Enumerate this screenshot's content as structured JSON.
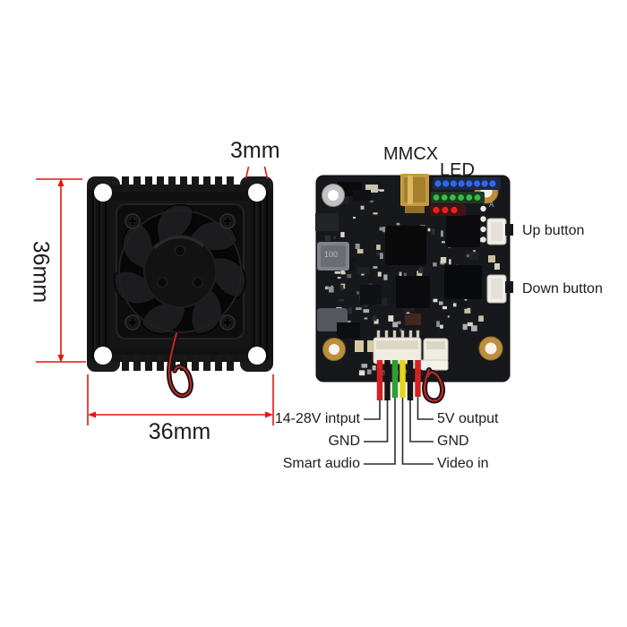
{
  "annotations": {
    "color": "#e8150d",
    "heatsink_width": "36mm",
    "heatsink_height": "36mm",
    "mount_hole": "3mm"
  },
  "pcb": {
    "top_labels": {
      "mmcx": "MMCX",
      "led": "LED"
    },
    "side_labels": {
      "up": "Up button",
      "down": "Down button"
    },
    "silkscreen": {
      "inductor": "100",
      "corner_marker": "A"
    },
    "led_rows": [
      {
        "name": "blue-led-row",
        "color": "#2e6ae8",
        "count": 8
      },
      {
        "name": "green-led-row",
        "color": "#35c040",
        "count": 6
      },
      {
        "name": "red-led-row",
        "color": "#ef1f1c",
        "count": 3
      }
    ],
    "wires": [
      {
        "label": "14-28V intput",
        "color": "#d42121",
        "label_side": "left"
      },
      {
        "label": "GND",
        "color": "#141414",
        "label_side": "left"
      },
      {
        "label": "Smart audio",
        "color": "#2f9e33",
        "label_side": "left"
      },
      {
        "label": "Video in",
        "color": "#e6d41f",
        "label_side": "right"
      },
      {
        "label": "GND",
        "color": "#141414",
        "label_side": "right"
      },
      {
        "label": "5V output",
        "color": "#d42121",
        "label_side": "right"
      }
    ]
  }
}
